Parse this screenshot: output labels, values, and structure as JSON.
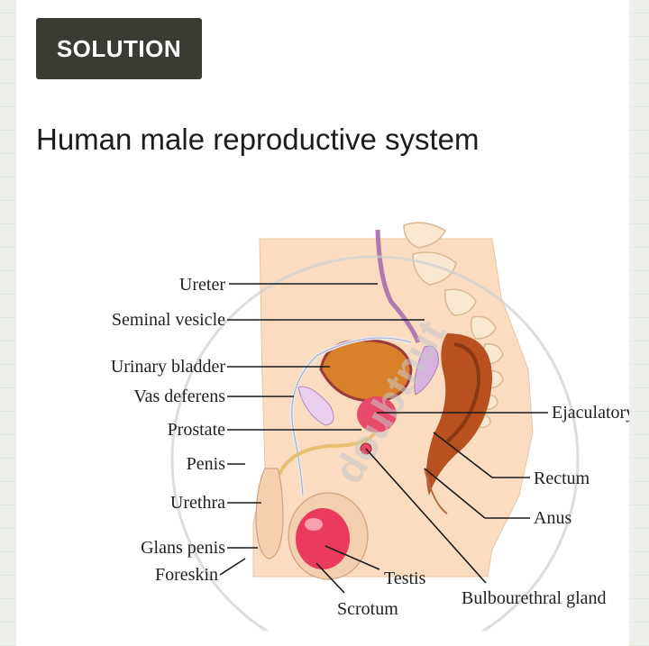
{
  "header": {
    "badge_label": "SOLUTION",
    "title": "Human male reproductive system"
  },
  "diagram": {
    "labels_left": [
      "Ureter",
      "Seminal vesicle",
      "Urinary bladder",
      "Vas deferens",
      "Prostate",
      "Penis",
      "Urethra",
      "Glans penis",
      "Foreskin"
    ],
    "labels_right": [
      "Ejaculatory duct",
      "Rectum",
      "Anus"
    ],
    "labels_bottom": [
      "Testis",
      "Scrotum",
      "Bulbourethral gland"
    ],
    "watermark": "doubtnut"
  },
  "colors": {
    "badge": "#3a3b32",
    "skin": "#fbdcc0",
    "bladder": "#d8802a",
    "prostate": "#e84a6a",
    "testis": "#ea3b5c",
    "rectum": "#b85020",
    "vesicle": "#d9b3e0"
  }
}
